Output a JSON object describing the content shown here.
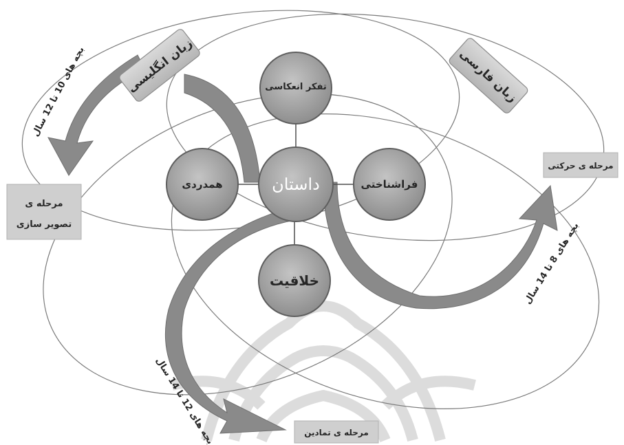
{
  "colors": {
    "background": "#ffffff",
    "ellipse_stroke": "#7a7a7a",
    "circle_fill": "#a3a3a3",
    "circle_stroke": "#5e5e5e",
    "arrow_fill": "#8a8a8a",
    "label_box_fill": "#c7c7c7",
    "watermark": "#cfcfcf",
    "text": "#262626",
    "center_text": "#ffffff"
  },
  "center": {
    "label": "داستان"
  },
  "satellites": {
    "top": "تفکر انعکاسی",
    "left": "همدردی",
    "right": "فراشناختی",
    "bottom": "خلاقیت"
  },
  "languages": {
    "english": "زبان انگلیسی",
    "persian": "زبان فارسی"
  },
  "stages": {
    "visualization_line1": "مرحله ی",
    "visualization_line2": "تصویر سازی",
    "motor": "مرحله ی حرکتی",
    "assimilation": "مرحله ی تمادین"
  },
  "ages": {
    "english": "بچه های 10 تا 12 سال",
    "motor": "بچه های 8 تا 14 سال",
    "assimilation": "بچه های 12 تا 14 سال"
  }
}
